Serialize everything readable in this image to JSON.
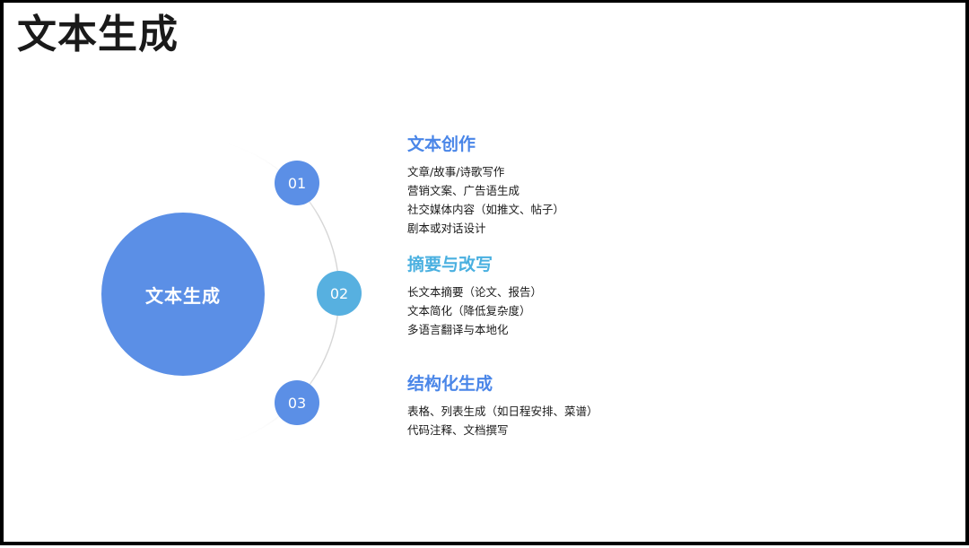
{
  "page": {
    "title": "文本生成"
  },
  "diagram": {
    "center_label": "文本生成",
    "colors": {
      "center": "#5b8fe6",
      "node_primary": "#5b8fe6",
      "node_secondary": "#57b0e0",
      "title_primary": "#4a86e8",
      "title_secondary": "#4ab0e0",
      "arc": "#d9d9d9"
    },
    "nodes": [
      {
        "number": "01",
        "title": "文本创作",
        "items": [
          "文章/故事/诗歌写作",
          "营销文案、广告语生成",
          "社交媒体内容（如推文、帖子）",
          "剧本或对话设计"
        ]
      },
      {
        "number": "02",
        "title": "摘要与改写",
        "items": [
          "长文本摘要（论文、报告）",
          "文本简化（降低复杂度）",
          "多语言翻译与本地化"
        ]
      },
      {
        "number": "03",
        "title": "结构化生成",
        "items": [
          "表格、列表生成（如日程安排、菜谱）",
          "代码注释、文档撰写"
        ]
      }
    ]
  }
}
